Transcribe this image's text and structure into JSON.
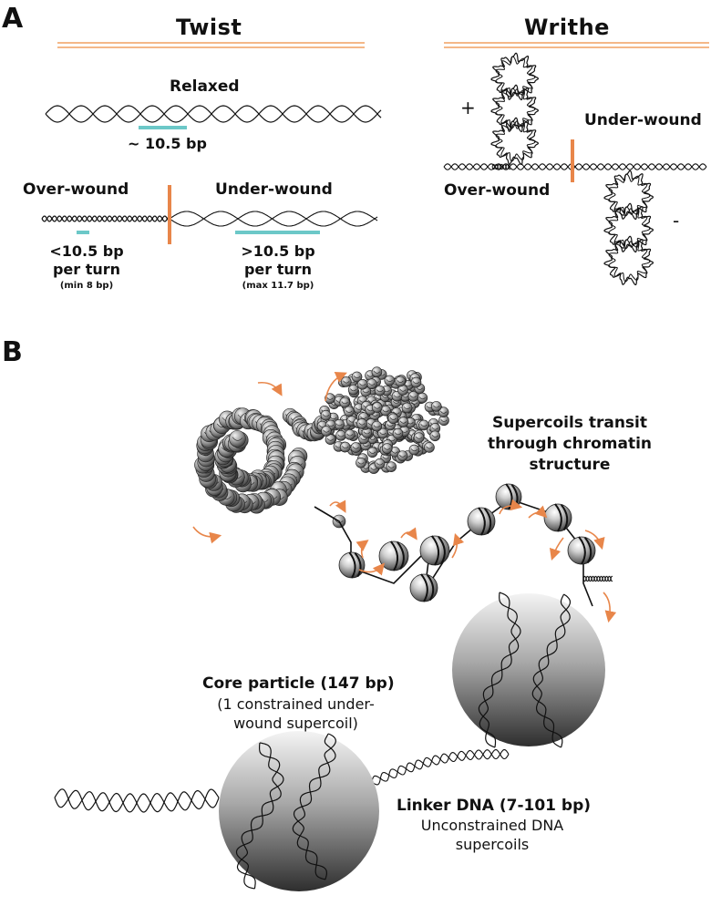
{
  "panels": {
    "a": "A",
    "b": "B"
  },
  "twist": {
    "title": "Twist",
    "relaxed": "Relaxed",
    "relaxed_bp": "~ 10.5 bp",
    "over_wound": "Over-wound",
    "under_wound": "Under-wound",
    "over_line1": "<10.5 bp",
    "over_line2": "per turn",
    "over_line3": "(min 8 bp)",
    "under_line1": ">10.5 bp",
    "under_line2": "per turn",
    "under_line3": "(max 11.7 bp)"
  },
  "writhe": {
    "title": "Writhe",
    "plus": "+",
    "minus": "-",
    "under_wound": "Under-wound",
    "over_wound": "Over-wound"
  },
  "chromatin": {
    "supercoils_line1": "Supercoils transit",
    "supercoils_line2": "through chromatin",
    "supercoils_line3": "structure",
    "core_title": "Core particle (147 bp)",
    "core_line1": "(1 constrained under-",
    "core_line2": "wound supercoil)",
    "linker_title": "Linker DNA (7-101 bp)",
    "linker_line1": "Unconstrained DNA",
    "linker_line2": "supercoils"
  },
  "colors": {
    "accent_orange": "#f0a060",
    "marker_orange": "#e8864a",
    "accent_cyan": "#6cc8c8",
    "dna_black": "#111111"
  }
}
